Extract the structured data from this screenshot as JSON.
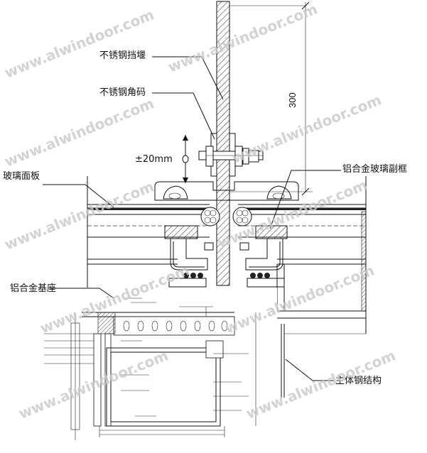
{
  "labels": {
    "stainless_retainer": "不锈钢挡堰",
    "stainless_angle": "不锈钢角码",
    "adjust": "±20mm",
    "glass_panel": "玻璃面板",
    "alu_subframe": "铝合金玻璃副框",
    "alu_base": "铝合金基座",
    "main_steel": "主体钢结构",
    "dim_300": "300"
  },
  "watermark": "www.alwindoor.com",
  "colors": {
    "line": "#111111",
    "watermark": "#c9c9c9"
  }
}
